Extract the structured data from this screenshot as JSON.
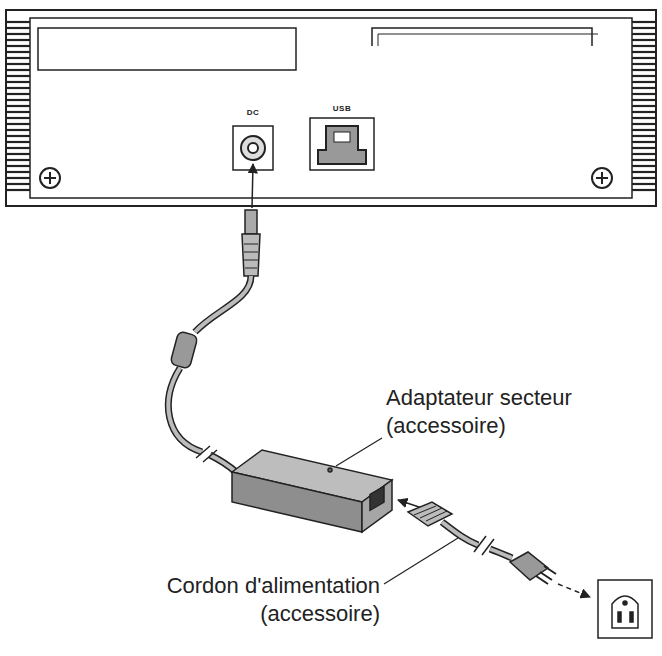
{
  "diagram": {
    "labels": [
      "DC",
      "USB",
      "Adaptateur secteur (accessoire)",
      "Cordon d'alimentation (accessoire)"
    ]
  }
}
